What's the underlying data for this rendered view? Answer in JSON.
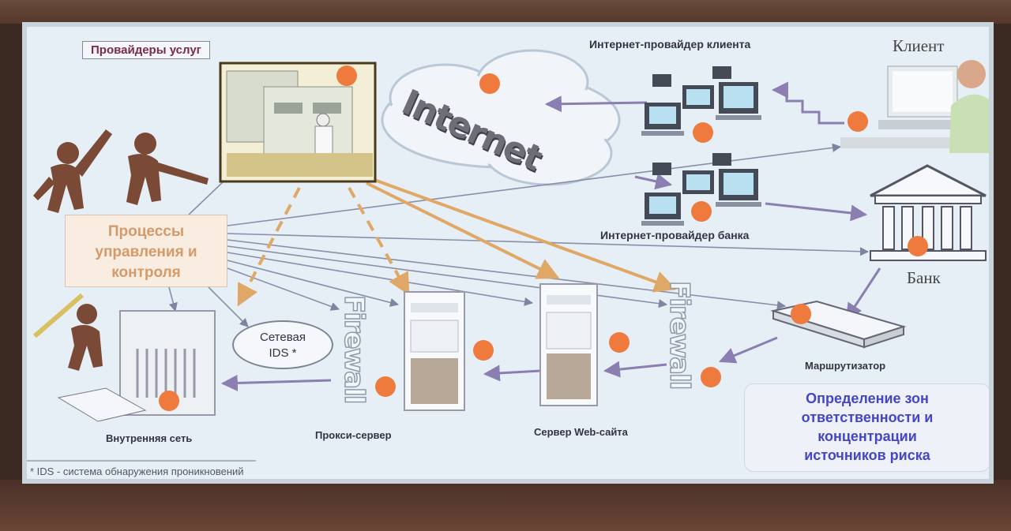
{
  "labels": {
    "providers": "Провайдеры услуг",
    "isp_client": "Интернет-провайдер клиента",
    "client": "Клиент",
    "isp_bank": "Интернет-провайдер банка",
    "bank": "Банк",
    "router": "Маршрутизатор",
    "internal_net": "Внутренняя сеть",
    "proxy": "Прокси-сервер",
    "web_server": "Сервер Web-сайта",
    "internet": "Internet",
    "firewall": "Firewall"
  },
  "control_box": {
    "line1": "Процессы",
    "line2": "управления и",
    "line3": "контроля"
  },
  "ids": {
    "line1": "Сетевая",
    "line2": "IDS *"
  },
  "zones": {
    "line1": "Определение зон",
    "line2": "ответственности и",
    "line3": "концентрации",
    "line4": "источников риска"
  },
  "footnote": "* IDS - система обнаружения проникновений",
  "colors": {
    "risk_dot": "#ef7a3e",
    "orange_arrow": "#e0a866",
    "gray_arrow": "#8a8fa8",
    "zone_text": "#4545c8",
    "title_text": "#7a2a4a"
  }
}
